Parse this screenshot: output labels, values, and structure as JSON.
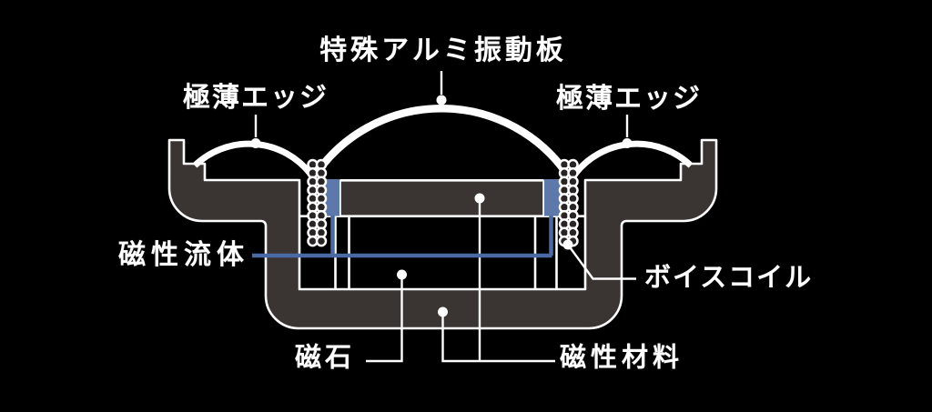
{
  "diagram": {
    "title": "特殊アルミ振動板",
    "parts": {
      "diaphragm": {
        "label": "特殊アルミ振動板"
      },
      "edge_left": {
        "label": "極薄エッジ"
      },
      "edge_right": {
        "label": "極薄エッジ"
      },
      "magnetic_fluid": {
        "label": "磁性流体"
      },
      "voice_coil": {
        "label": "ボイスコイル"
      },
      "magnet": {
        "label": "磁石"
      },
      "magnetic_material": {
        "label": "磁性材料"
      }
    }
  },
  "colors": {
    "background": "#000000",
    "frame_gray": "#3a3533",
    "white": "#ffffff",
    "former_blue": "#5d79ab",
    "fluid_blue": "#4a6aa6",
    "bead_inner": "#282424"
  }
}
